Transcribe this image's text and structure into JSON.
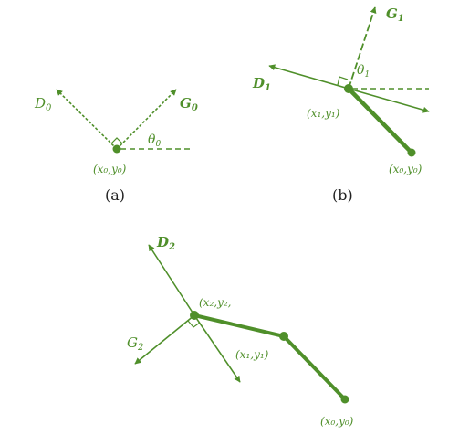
{
  "colors": {
    "line": "#4f8f2a",
    "caption": "#222222"
  },
  "panel_a": {
    "caption": "(a)",
    "label_D": "D",
    "sub_D": "0",
    "label_G": "G",
    "sub_G": "0",
    "label_theta": "θ",
    "sub_theta": "0",
    "label_point": "(x₀,y₀)"
  },
  "panel_b": {
    "caption": "(b)",
    "label_G": "G",
    "sub_G": "1",
    "label_D": "D",
    "sub_D": "1",
    "label_theta": "θ",
    "sub_theta": "1",
    "label_p1": "(x₁,y₁)",
    "label_p0": "(x₀,y₀)"
  },
  "panel_c": {
    "label_D": "D",
    "sub_D": "2",
    "label_G": "G",
    "sub_G": "2",
    "label_p2": "(x₂,y₂,",
    "label_p1": "(x₁,y₁)",
    "label_p0": "(x₀,y₀)"
  }
}
